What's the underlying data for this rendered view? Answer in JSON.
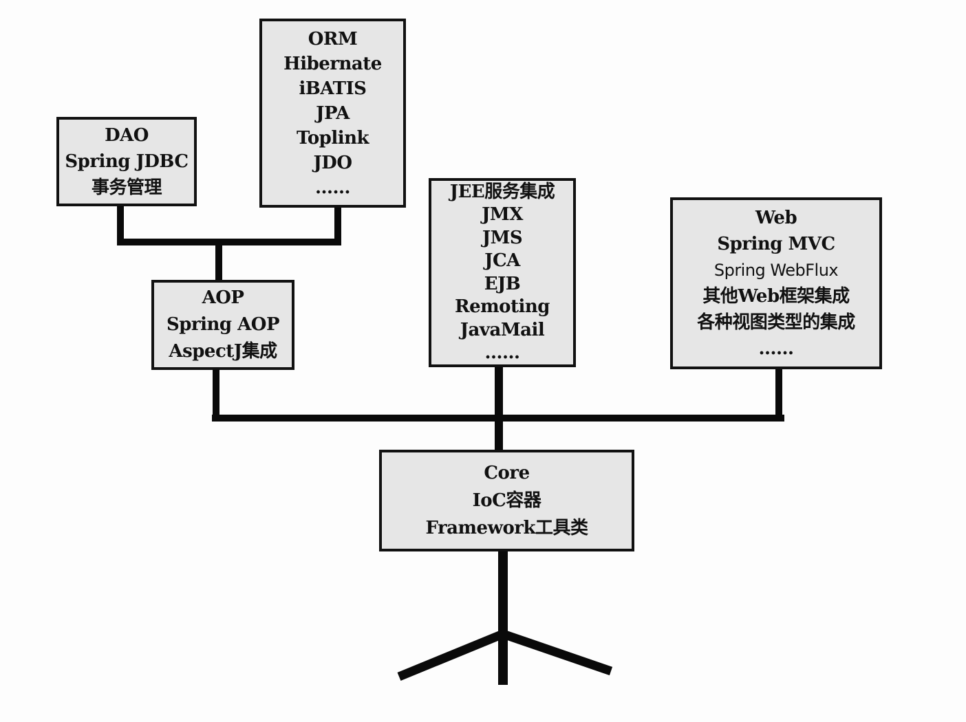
{
  "boxes": {
    "dao": [
      "DAO",
      "Spring JDBC",
      "事务管理"
    ],
    "orm": [
      "ORM",
      "Hibernate",
      "iBATIS",
      "JPA",
      "Toplink",
      "JDO",
      "……"
    ],
    "jee": [
      "JEE服务集成",
      "JMX",
      "JMS",
      "JCA",
      "EJB",
      "Remoting",
      "JavaMail",
      "……"
    ],
    "web": [
      "Web",
      "Spring MVC",
      "Spring WebFlux",
      "其他Web框架集成",
      "各种视图类型的集成",
      "……"
    ],
    "aop": [
      "AOP",
      "Spring AOP",
      "AspectJ集成"
    ],
    "core": [
      "Core",
      "IoC容器",
      "Framework工具类"
    ]
  }
}
